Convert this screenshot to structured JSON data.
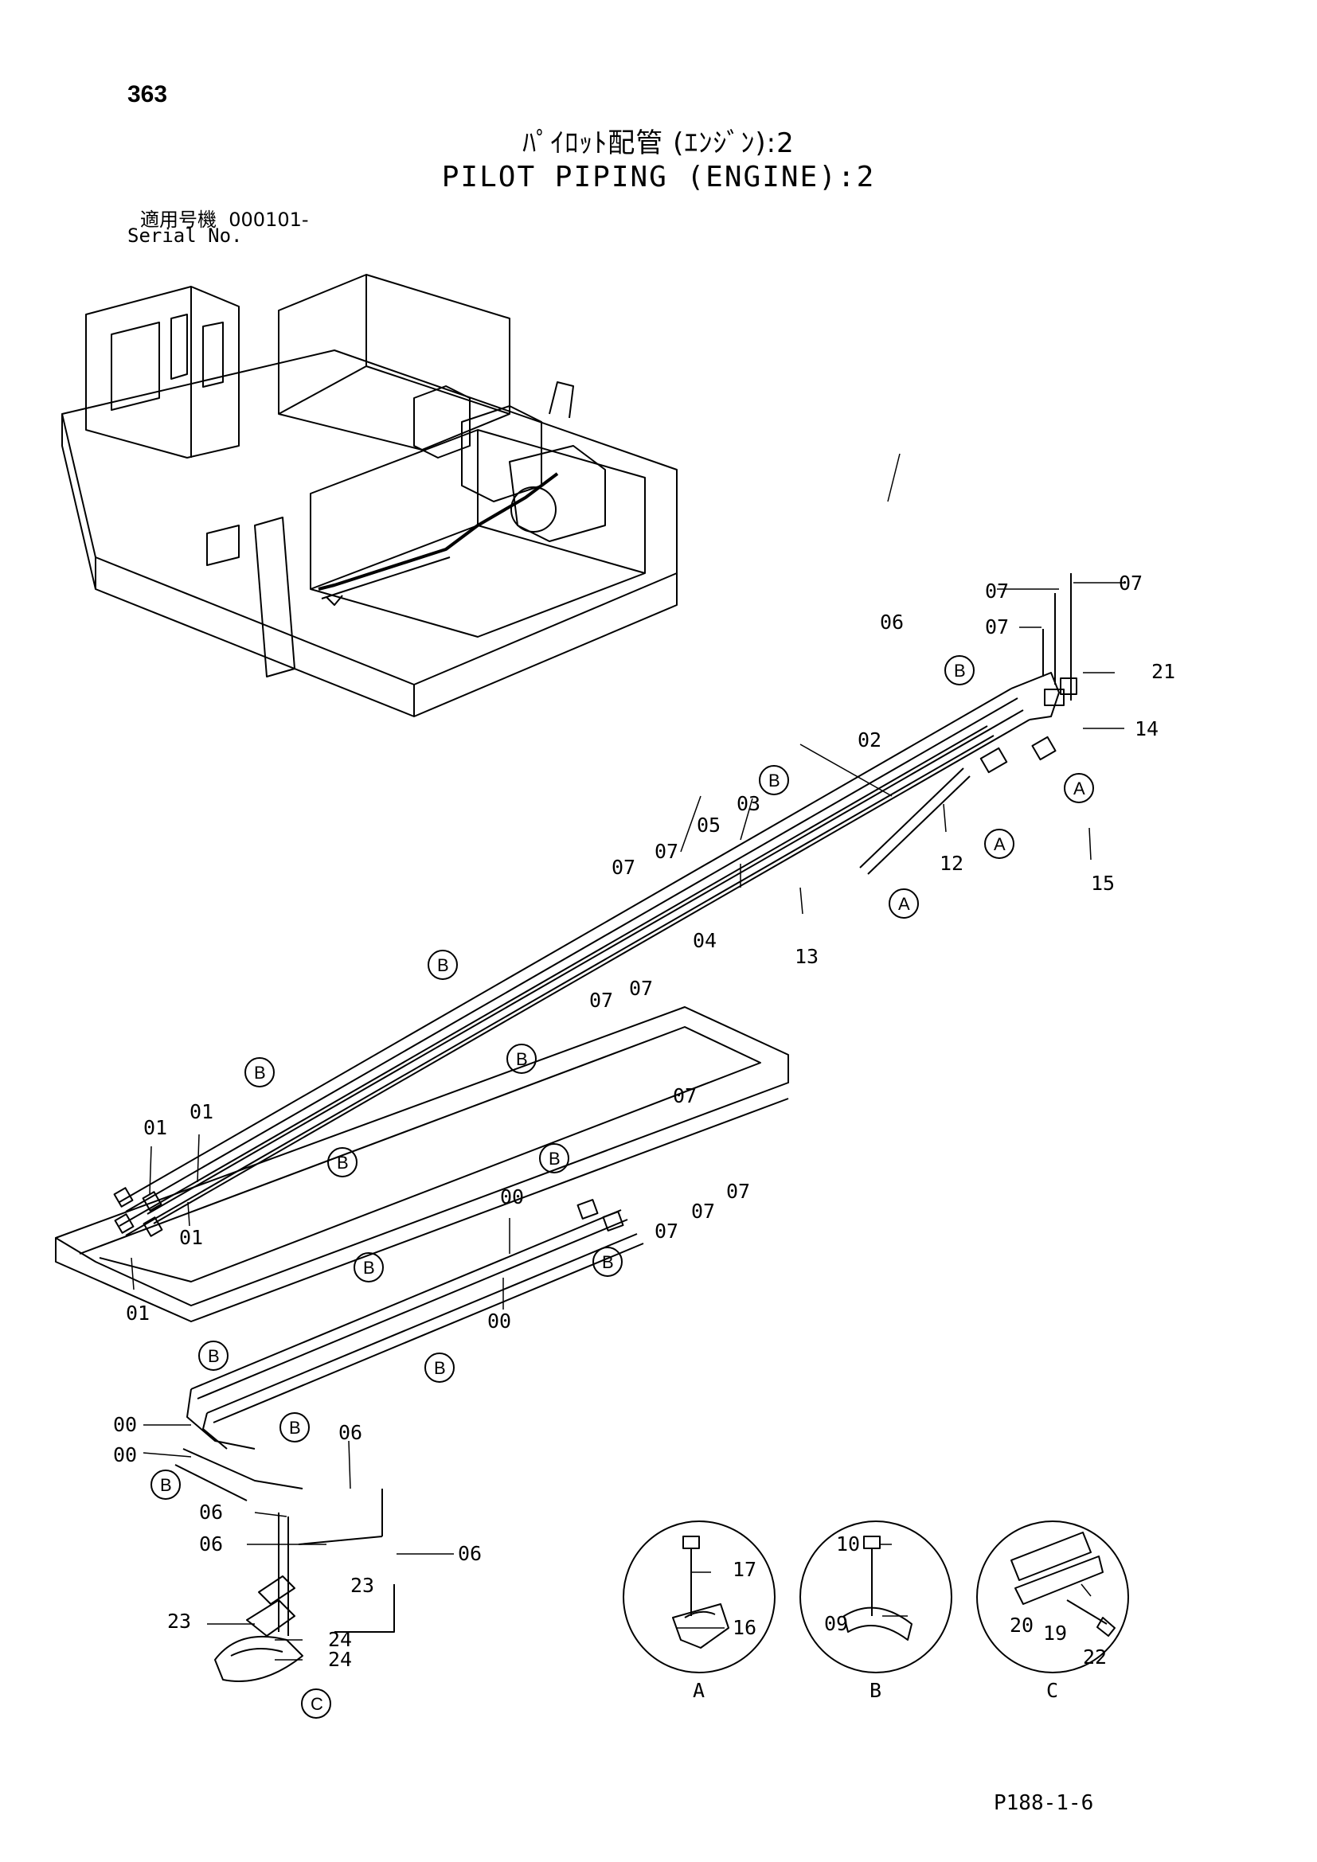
{
  "page_number": "363",
  "title_jp": "ﾊﾟｲﾛｯﾄ配管 (ｴﾝｼﾞﾝ):2",
  "title_en": "PILOT PIPING (ENGINE):2",
  "serial_label_jp": "適用号機",
  "serial_value": "000101-",
  "serial_label_en": "Serial No.",
  "doc_code": "P188-1-6",
  "part_labels": {
    "p00": "00",
    "p01": "01",
    "p02": "02",
    "p03": "03",
    "p04": "04",
    "p05": "05",
    "p06": "06",
    "p07": "07",
    "p09": "09",
    "p10": "10",
    "p12": "12",
    "p13": "13",
    "p14": "14",
    "p15": "15",
    "p16": "16",
    "p17": "17",
    "p19": "19",
    "p20": "20",
    "p21": "21",
    "p22": "22",
    "p23": "23",
    "p24": "24"
  },
  "detail_refs": {
    "a": "A",
    "b": "B",
    "c": "C"
  }
}
